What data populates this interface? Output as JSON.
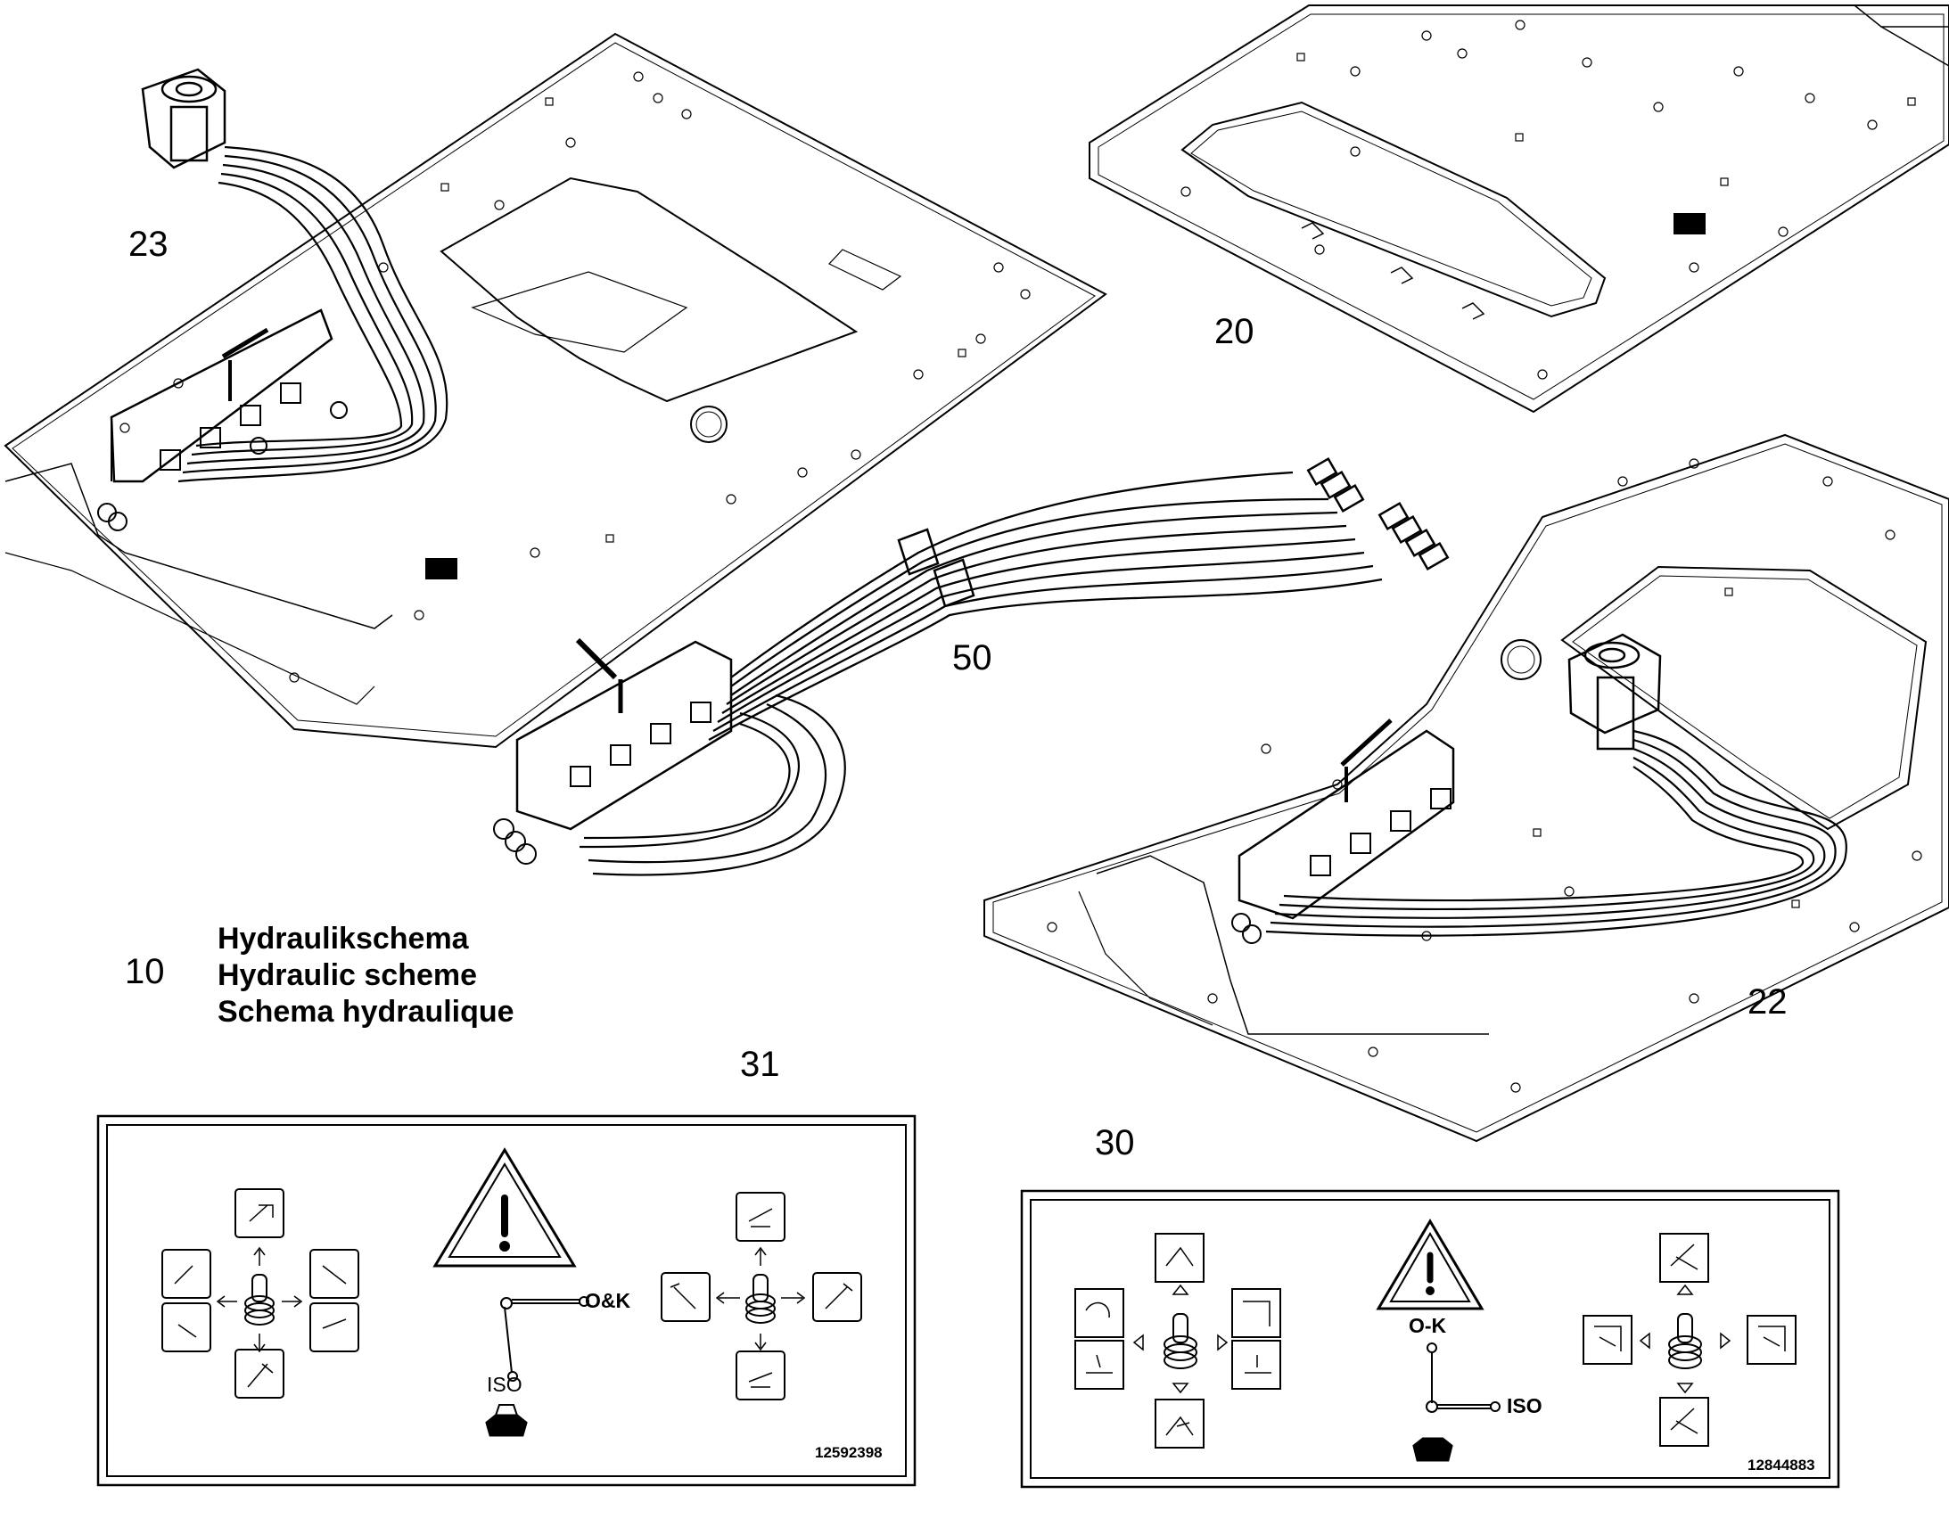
{
  "callouts": {
    "c23": "23",
    "c20": "20",
    "c50": "50",
    "c10": "10",
    "c22": "22",
    "c31": "31",
    "c30": "30"
  },
  "legend": {
    "line_de": "Hydraulikschema",
    "line_en": "Hydraulic scheme",
    "line_fr": "Schema hydraulique"
  },
  "decal_31": {
    "lever_top_label": "O&K",
    "lever_bottom_label": "ISO",
    "part_number": "12592398"
  },
  "decal_30": {
    "lever_top_label": "O-K",
    "lever_bottom_label": "ISO",
    "part_number": "12844883"
  },
  "colors": {
    "line": "#000000",
    "background": "#ffffff"
  },
  "icons": [
    "warning-triangle-icon",
    "joystick-icon",
    "operator-seat-icon",
    "excavator-function-icon"
  ]
}
